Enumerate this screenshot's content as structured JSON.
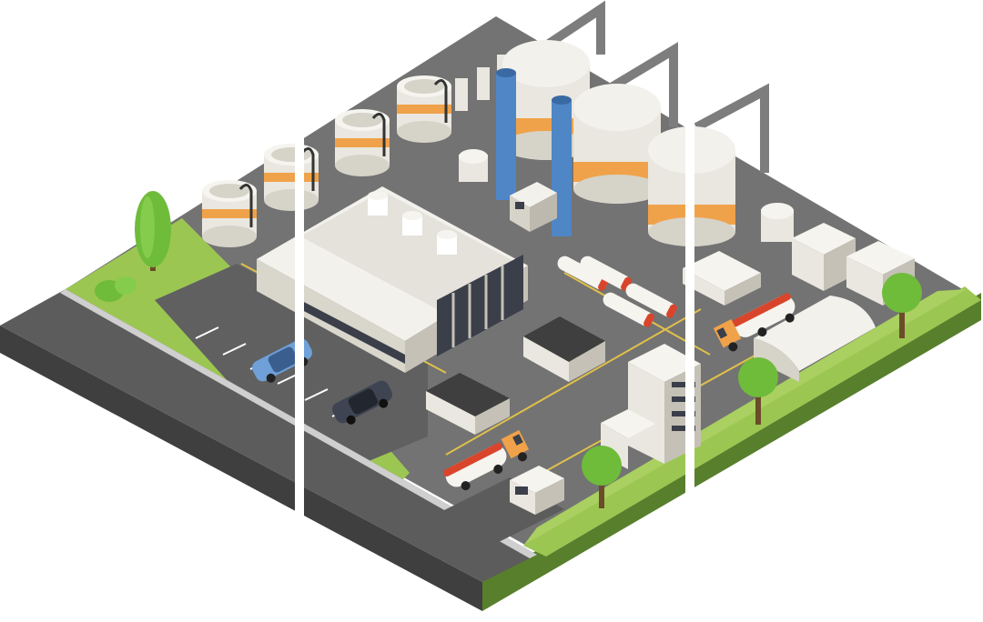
{
  "image": {
    "kind": "isometric-industrial-illustration",
    "panels": 3,
    "background": "#ffffff",
    "icons": [
      "factory-building",
      "storage-tank",
      "silo",
      "chimney",
      "tanker-truck",
      "car",
      "tree",
      "office-building",
      "warehouse",
      "guard-booth"
    ]
  },
  "palette": {
    "road": "#5c5c5c",
    "road_side": "#3f3f3f",
    "lot": "#727272",
    "grass": "#9cc652",
    "grass_side": "#6f9a35",
    "building": "#e9e7df",
    "building_shade": "#c9c6bc",
    "accent_orange": "#f0a24a",
    "chimney_blue": "#4f86c6",
    "pipe_gray": "#8a8a8a",
    "tree_green": "#6fbb3a",
    "truck_red": "#d9452b"
  }
}
